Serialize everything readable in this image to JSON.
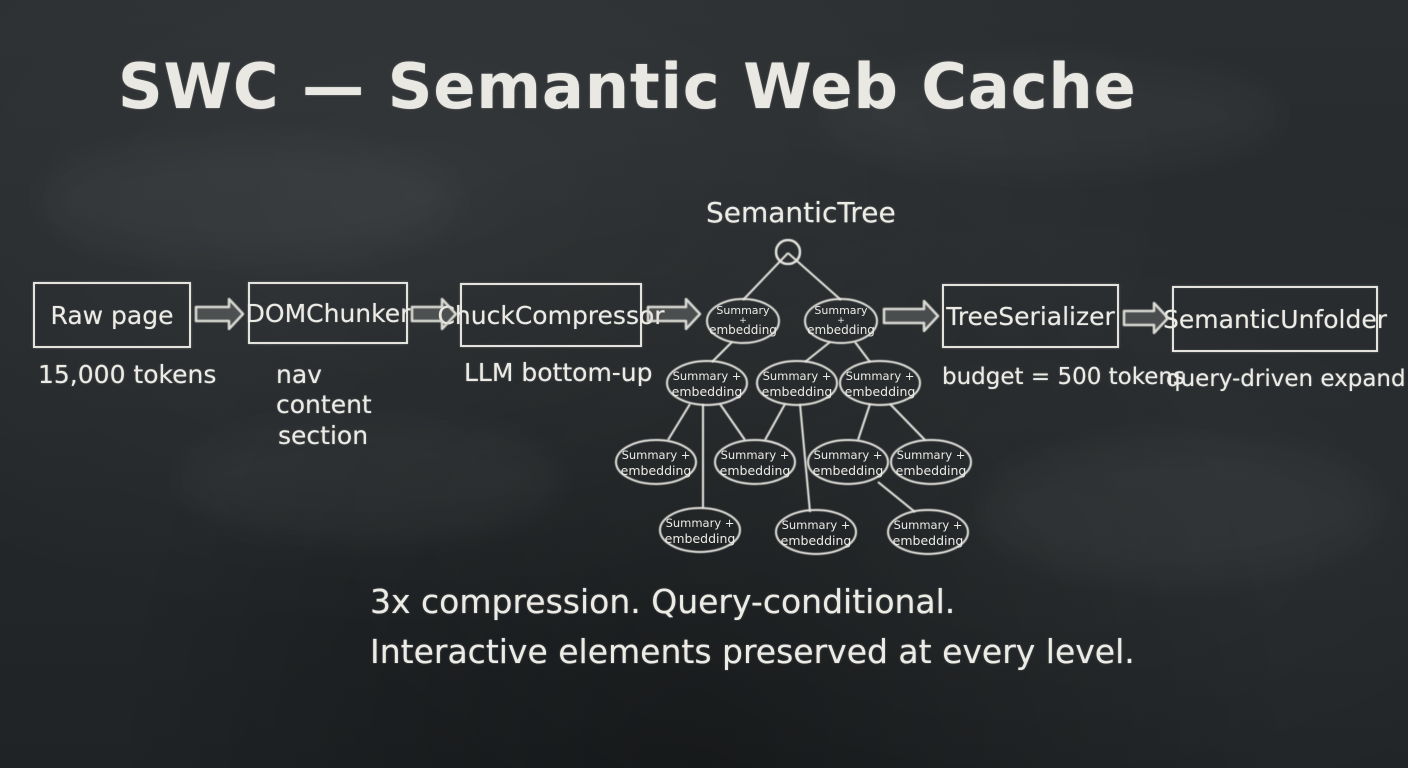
{
  "title": "SWC — Semantic Web Cache",
  "pipeline": {
    "raw_page": {
      "label": "Raw page",
      "note": "15,000 tokens"
    },
    "dom_chunker": {
      "label": "DOMChunker",
      "notes": [
        "nav",
        "content",
        "section"
      ]
    },
    "chunk_compressor": {
      "label": "ChuckCompressor",
      "note": "LLM bottom-up"
    },
    "tree_serializer": {
      "label": "TreeSerializer",
      "note": "budget = 500 tokens"
    },
    "semantic_unfolder": {
      "label": "SemanticUnfolder",
      "note": "query-driven expand"
    }
  },
  "semantic_tree": {
    "label": "SemanticTree",
    "node_text": {
      "summary": "Summary",
      "summary_plus": "Summary +",
      "plus": "+",
      "embedding": "embedding"
    }
  },
  "footer": {
    "line1": "3x compression. Query-conditional.",
    "line2": "Interactive elements preserved at every level."
  },
  "colors": {
    "board": "#25292b",
    "chalk": "#ecebe6",
    "arrow": "#dcdbd6"
  }
}
